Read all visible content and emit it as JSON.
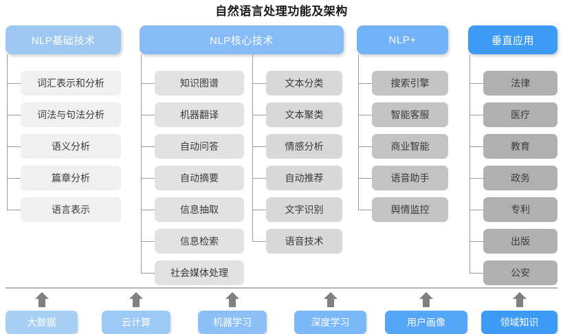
{
  "title": "自然语言处理功能及架构",
  "colors": {
    "header_1": "#9ec8f2",
    "header_2": "#86bbf5",
    "header_3": "#72b2f7",
    "header_4": "#3d9bf5",
    "item_1": "#f0f0f0",
    "item_2": "#e2e2e2",
    "item_3": "#d8d8d8",
    "item_4": "#c3c3c3",
    "item_5": "#b0b0b0",
    "line": "#9a9a9a",
    "divider": "#b4b4b4",
    "arrow": "#808080",
    "title_text": "#1a1a1a",
    "item_text": "#3a3a3a"
  },
  "columns": [
    {
      "header": "NLP基础技术",
      "header_color": "#9ec8f2",
      "item_color": "#f0f0f0",
      "items": [
        "词汇表示和分析",
        "词法与句法分析",
        "语义分析",
        "篇章分析",
        "语言表示"
      ]
    },
    {
      "header": "NLP核心技术",
      "header_color": "#86bbf5",
      "item_color": "#e2e2e2",
      "items": [
        "知识图谱",
        "机器翻译",
        "自动问答",
        "自动摘要",
        "信息抽取",
        "信息检索",
        "社会媒体处理"
      ]
    },
    {
      "header": "",
      "header_color": "#86bbf5",
      "item_color": "#d8d8d8",
      "items": [
        "文本分类",
        "文本聚类",
        "情感分析",
        "自动推荐",
        "文字识别",
        "语音技术"
      ]
    },
    {
      "header": "NLP+",
      "header_color": "#72b2f7",
      "item_color": "#c3c3c3",
      "items": [
        "搜索引擎",
        "智能客服",
        "商业智能",
        "语音助手",
        "舆情监控"
      ]
    },
    {
      "header": "垂直应用",
      "header_color": "#3d9bf5",
      "item_color": "#b0b0b0",
      "items": [
        "法律",
        "医疗",
        "教育",
        "政务",
        "专利",
        "出版",
        "公安"
      ]
    }
  ],
  "foundation": {
    "items": [
      {
        "label": "大数据",
        "color": "#a8d0f5"
      },
      {
        "label": "云计算",
        "color": "#9cc9f5"
      },
      {
        "label": "机器学习",
        "color": "#8cc0f6"
      },
      {
        "label": "深度学习",
        "color": "#7ab8f7"
      },
      {
        "label": "用户画像",
        "color": "#55a6f7"
      },
      {
        "label": "领域知识",
        "color": "#3d9bf5"
      }
    ],
    "arrow_icon": "up-arrow-icon"
  }
}
